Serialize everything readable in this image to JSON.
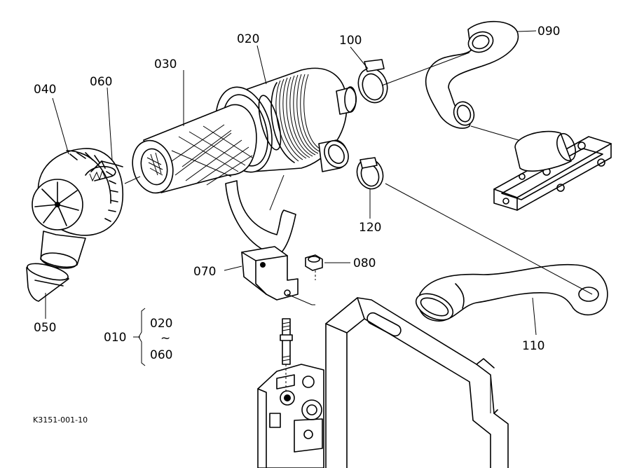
{
  "parts": {
    "p010": "010",
    "p020": "020",
    "p030": "030",
    "p040": "040",
    "p050": "050",
    "p060": "060",
    "p070": "070",
    "p080": "080",
    "p090": "090",
    "p100": "100",
    "p110": "110",
    "p120": "120"
  },
  "assembly_range": {
    "from": "020",
    "sep": "~",
    "to": "060"
  },
  "drawing_code": "K3151-001-10"
}
